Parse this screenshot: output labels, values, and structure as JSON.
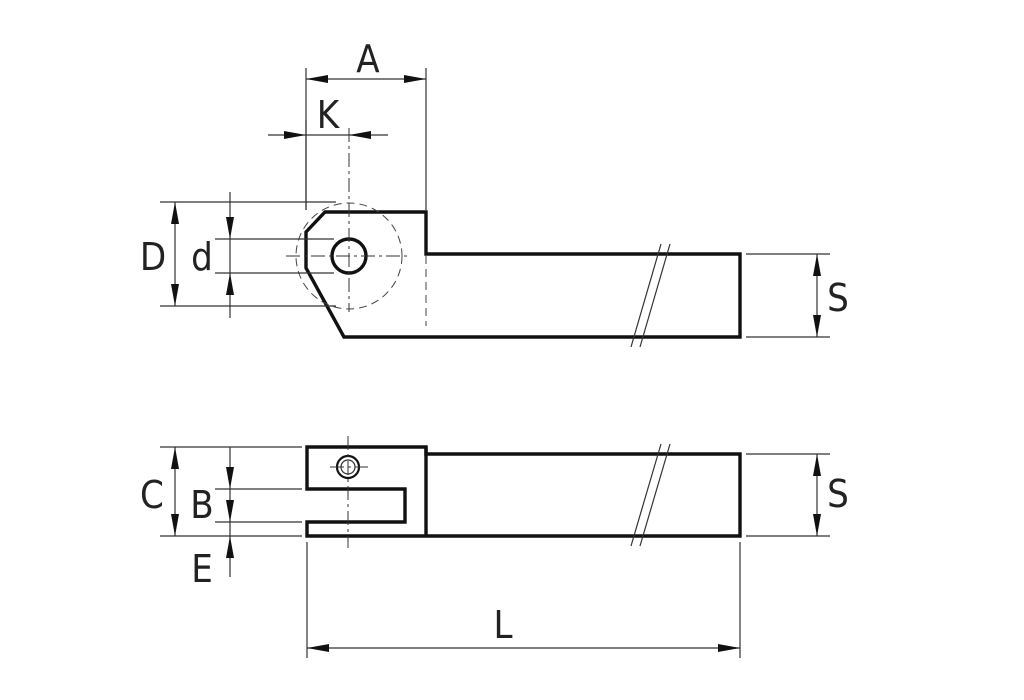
{
  "labels": {
    "A": "A",
    "K": "K",
    "D": "D",
    "d": "d",
    "S_top": "S",
    "C": "C",
    "B": "B",
    "E": "E",
    "S_bottom": "S",
    "L": "L"
  },
  "colors": {
    "line": "#111111",
    "dimension": "#333333",
    "background": "#ffffff"
  }
}
